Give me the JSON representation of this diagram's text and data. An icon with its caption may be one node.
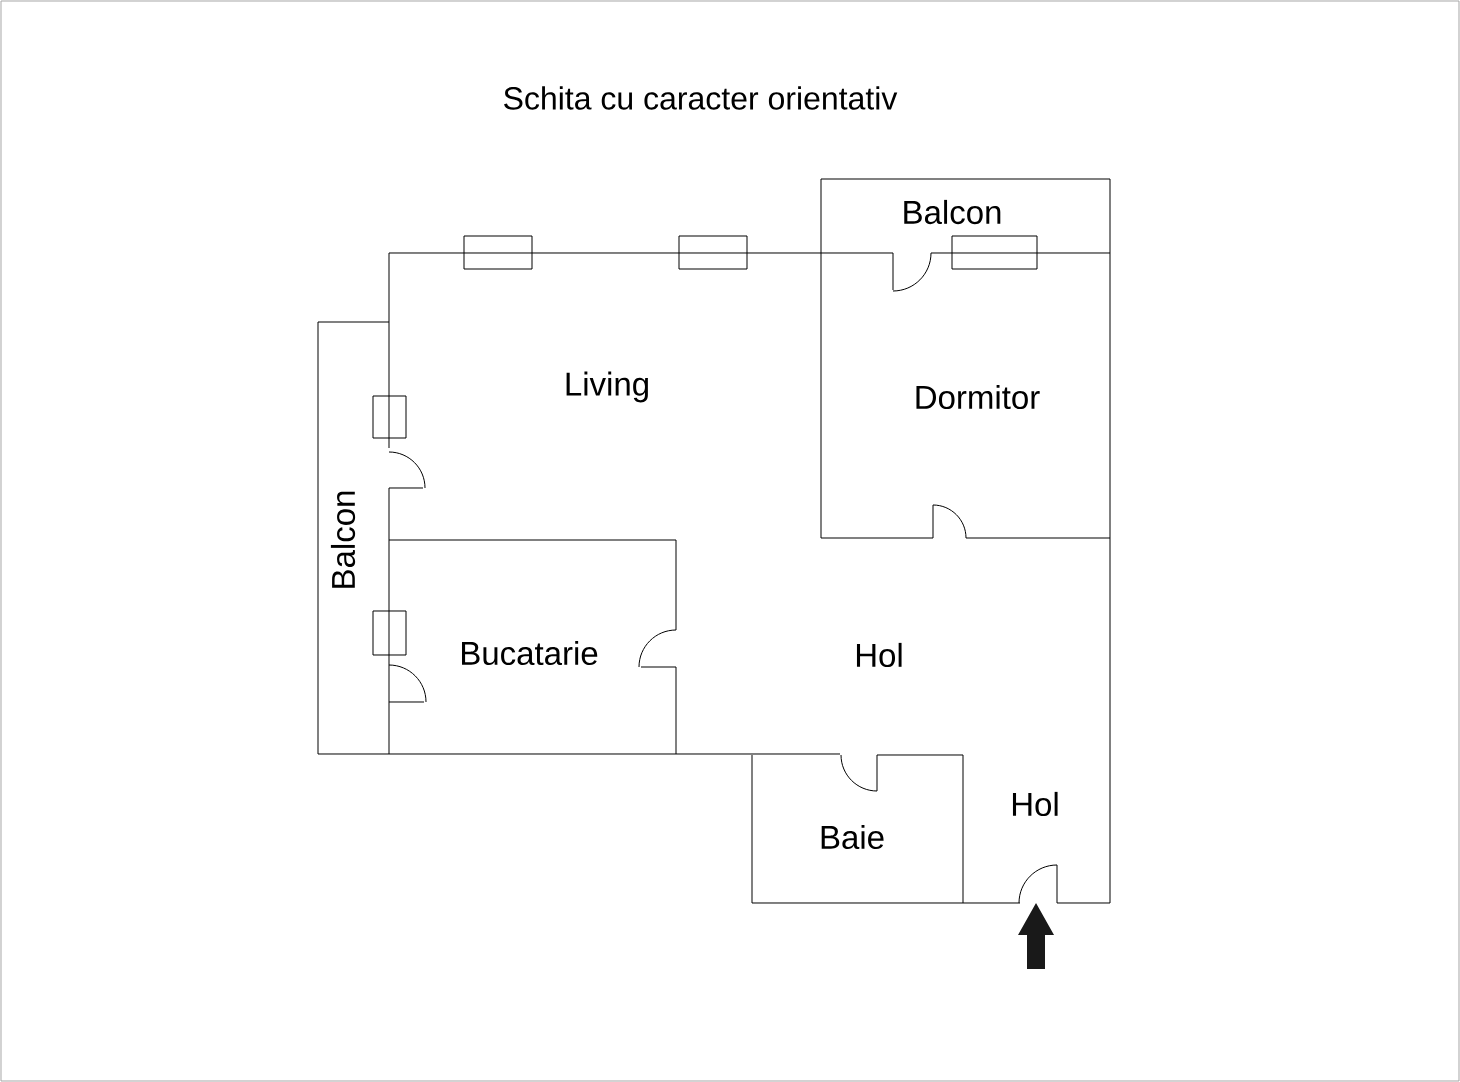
{
  "diagram": {
    "title": "Schita cu caracter orientativ",
    "labels": [
      "Balcon",
      "Living",
      "Dormitor",
      "Balcon",
      "Bucatarie",
      "Hol",
      "Hol",
      "Baie"
    ]
  }
}
